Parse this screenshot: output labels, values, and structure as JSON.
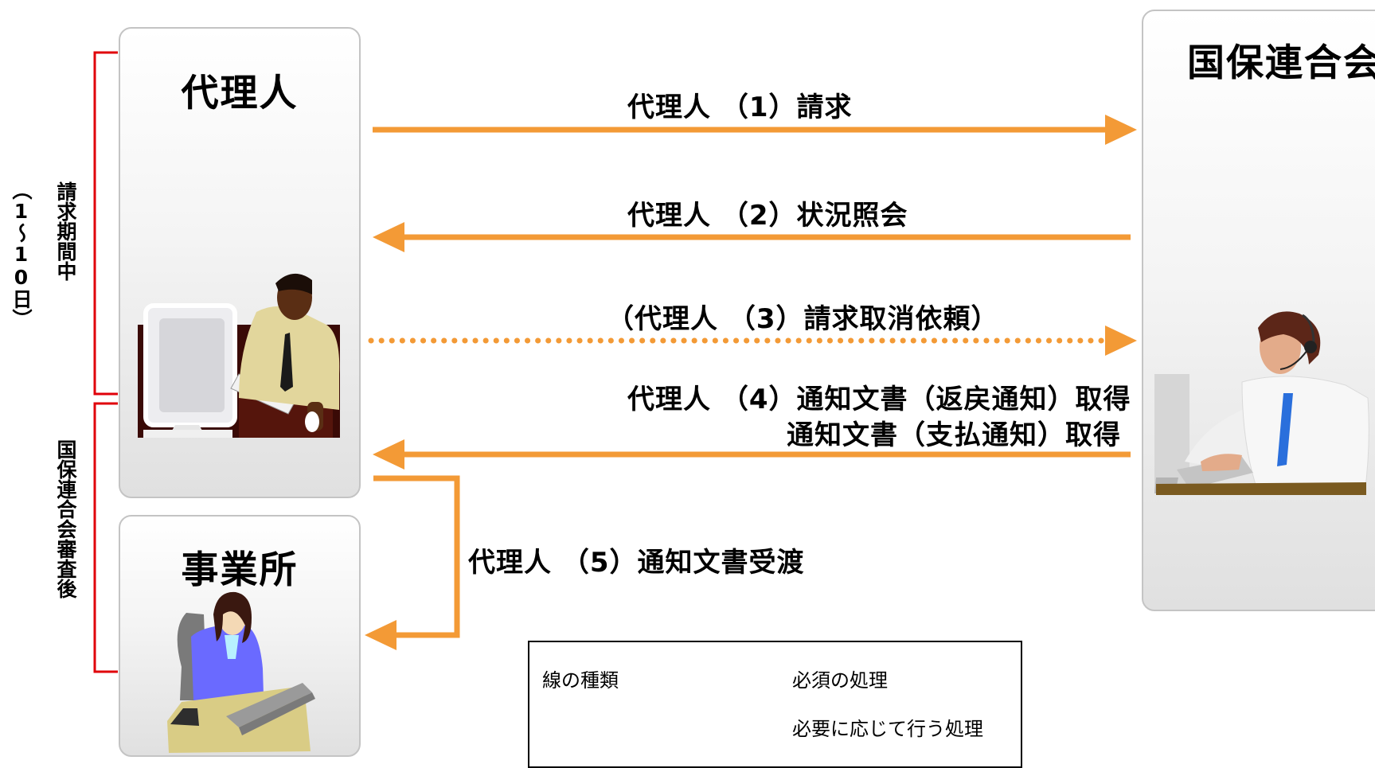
{
  "colors": {
    "arrow": "#f39a36",
    "bracket": "#e0000a",
    "panel_border": "#c4c4c4"
  },
  "panels": {
    "agent": "代理人",
    "office": "事業所",
    "federation": "国保連合会"
  },
  "messages": {
    "m1": "代理人 （1）請求",
    "m2": "代理人 （2）状況照会",
    "m3": "（代理人 （3）請求取消依頼）",
    "m4_line1": "代理人 （4）通知文書（返戻通知）取得",
    "m4_line2": "通知文書（支払通知）取得",
    "m5": "代理人 （5）通知文書受渡"
  },
  "side_labels": {
    "billing_period": "請求期間中",
    "billing_days": "（1〜10日）",
    "after_review": "国保連合会審査後"
  },
  "legend": {
    "title": "線の種類",
    "required": "必須の処理",
    "optional": "必要に応じて行う処理"
  },
  "icons": [
    "man-at-computer-icon",
    "woman-at-laptop-icon",
    "operator-with-headset-icon"
  ]
}
